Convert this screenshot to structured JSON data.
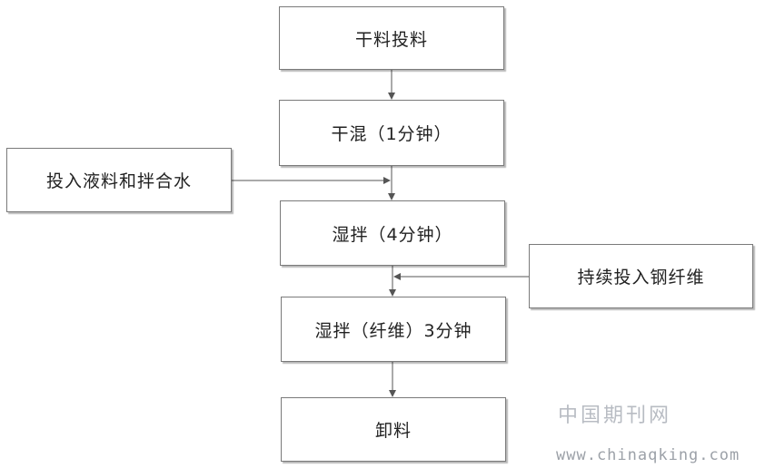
{
  "diagram": {
    "steps": [
      {
        "id": "dry-feed",
        "label": "干料投料"
      },
      {
        "id": "dry-mix",
        "label": "干混（1分钟）"
      },
      {
        "id": "wet-mix",
        "label": "湿拌（4分钟）"
      },
      {
        "id": "wet-mix-fiber",
        "label": "湿拌（纤维）3分钟"
      },
      {
        "id": "discharge",
        "label": "卸料"
      }
    ],
    "inputs": [
      {
        "id": "liquid-water",
        "label": "投入液料和拌合水"
      },
      {
        "id": "steel-fiber",
        "label": "持续投入钢纤维"
      }
    ],
    "colors": {
      "box_border": "#7a7a7a",
      "arrow": "#555555",
      "text": "#222222"
    }
  },
  "watermark": {
    "site_name": "中国期刊网",
    "url": "www.chinaqking.com"
  }
}
